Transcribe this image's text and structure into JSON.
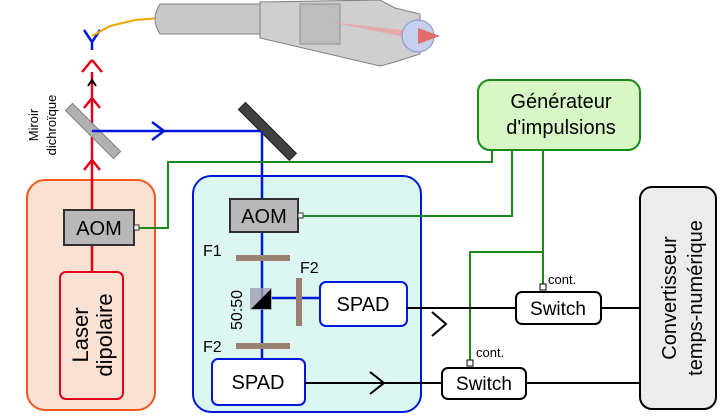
{
  "labels": {
    "miroir_line1": "Miroir",
    "miroir_line2": "dichroïque",
    "generateur_line1": "Générateur",
    "generateur_line2": "d'impulsions",
    "aom_laser": "AOM",
    "aom_detect": "AOM",
    "laser_line1": "Laser",
    "laser_line2": "dipolaire",
    "f1": "F1",
    "f2_right": "F2",
    "f2_bottom": "F2",
    "bs": "50:50",
    "spad_top": "SPAD",
    "spad_bottom": "SPAD",
    "switch_top": "Switch",
    "switch_bottom": "Switch",
    "cont_top": "cont.",
    "cont_bottom": "cont.",
    "conv_line1": "Convertisseur",
    "conv_line2": "temps-numérique"
  },
  "colors": {
    "laser_red": "#e0001a",
    "photon_blue": "#0018d8",
    "trigger_green": "#1a8a1a",
    "laser_box_fill": "#fbe0d4",
    "laser_box_stroke": "#f0581e",
    "detect_box_fill": "#dcf6f2",
    "generator_fill": "#d8f7c6",
    "converter_fill": "#ececec"
  }
}
